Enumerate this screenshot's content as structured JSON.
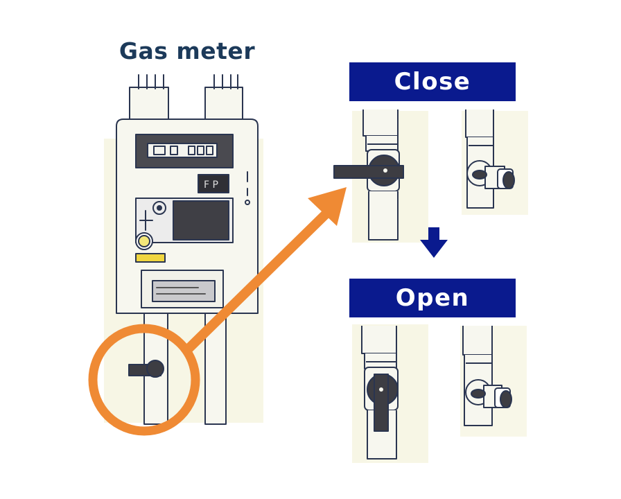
{
  "title": "Gas meter",
  "states": {
    "close_label": "Close",
    "open_label": "Open"
  },
  "colors": {
    "title": "#1c3a5a",
    "banner_bg": "#0a1a8e",
    "highlight_orange": "#ef8a34",
    "arrow_blue": "#0a1a8e",
    "line": "#2a3550",
    "handle": "#3d3d43"
  },
  "icons": {
    "meter": "gas-meter-icon",
    "callout": "magnifier-circle-icon",
    "pointer": "pointer-arrow-icon",
    "transition": "down-arrow-icon",
    "valve": "valve-handle-icon"
  }
}
